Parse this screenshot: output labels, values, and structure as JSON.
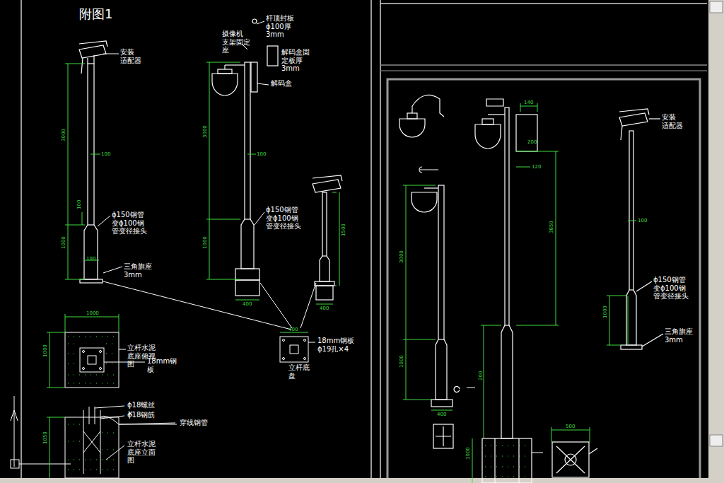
{
  "diagram": {
    "title": "附图1",
    "labels": [
      "安装 适配器",
      "ϕ150钢管 变ϕ100钢 管变径接头",
      "三角旗座 3mm",
      "杆顶封板 ϕ100厚 3mm",
      "摄像机 支架固定 座",
      "解码盒固 定板厚 3mm",
      "解码盒",
      "ϕ150钢管 变ϕ100钢 管变径接头",
      "18mm钢板 ϕ19孔×4",
      "立杆底 盘",
      "立杆水泥 底座俯视 图",
      "18mm钢 板",
      "ϕ18螺丝×",
      "ϕ18钢筋",
      "穿线钢管",
      "立杆水泥 底座立面 图",
      "安装 适配器",
      "ϕ150钢管 变ϕ100钢 管变径接头",
      "三角旗座 3mm",
      "3000",
      "100",
      "100",
      "1000",
      "100",
      "3000",
      "100",
      "1000",
      "1000",
      "1000",
      "400",
      "400",
      "1500",
      "400",
      "3000",
      "3850",
      "1000",
      "400",
      "1000",
      "100",
      "200",
      "500",
      "120",
      "140",
      "200",
      "1050",
      "1000"
    ]
  }
}
